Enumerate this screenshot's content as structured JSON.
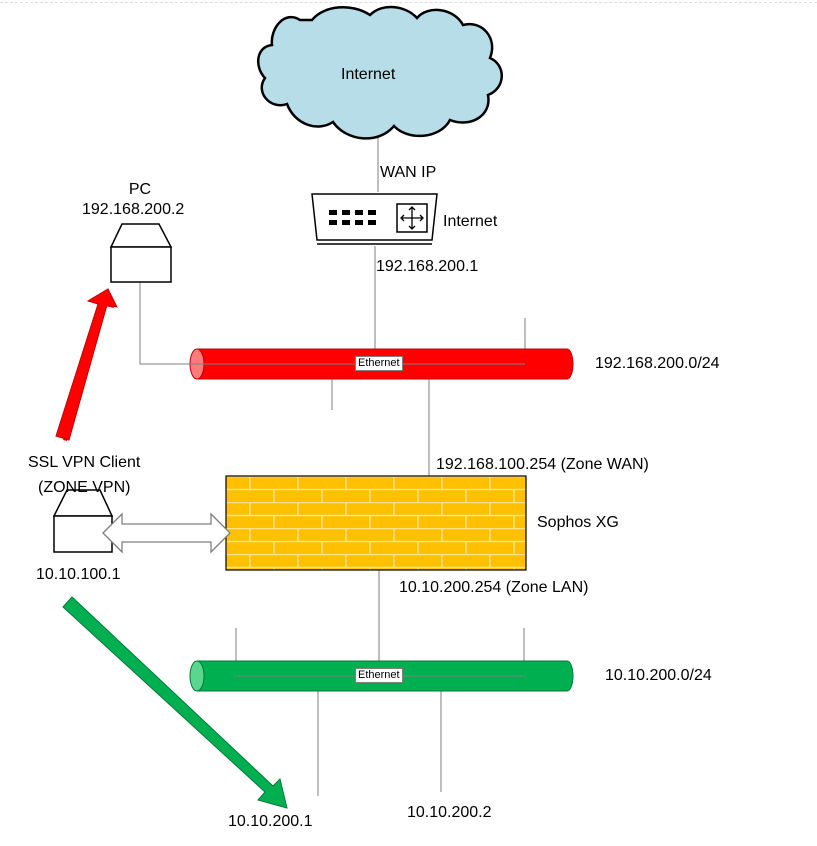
{
  "colors": {
    "cloud_fill": "#b7dde8",
    "wan_pipe": "#ff0000",
    "lan_pipe": "#00b050",
    "firewall": "#ffc000",
    "arrow_red": "#ff0000",
    "arrow_green": "#00b050",
    "wire": "#7f7f7f"
  },
  "cloud": {
    "label": "Internet",
    "icon": "cloud-icon"
  },
  "router": {
    "top_label": "WAN IP",
    "side_label": "Internet",
    "bottom_label": "192.168.200.1",
    "icon": "router-icon"
  },
  "pc": {
    "name": "PC",
    "ip": "192.168.200.2",
    "icon": "computer-icon"
  },
  "wan_segment": {
    "network": "192.168.200.0/24",
    "bus_label": "Ethernet"
  },
  "firewall": {
    "name": "Sophos XG",
    "wan_ip": "192.168.100.254 (Zone WAN)",
    "lan_ip": "10.10.200.254 (Zone LAN)",
    "icon": "brick-wall-icon"
  },
  "vpn_client": {
    "line1": "SSL VPN Client",
    "line2": "(ZONE VPN)",
    "ip": "10.10.100.1",
    "icon": "computer-icon"
  },
  "lan_segment": {
    "network": "10.10.200.0/24",
    "bus_label": "Ethernet"
  },
  "lan_hosts": [
    {
      "ip": "10.10.200.1"
    },
    {
      "ip": "10.10.200.2"
    }
  ]
}
